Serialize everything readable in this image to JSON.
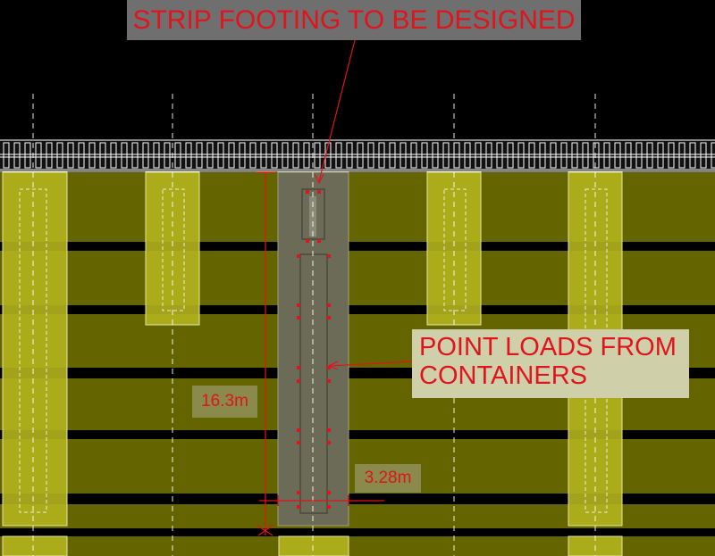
{
  "labels": {
    "title": "STRIP FOOTING TO BE DESIGNED",
    "callout_line1": "POINT LOADS FROM",
    "callout_line2": "CONTAINERS",
    "length_dim": "16.3m",
    "width_dim": "3.28m"
  },
  "colors": {
    "background": "#000000",
    "ground": "#656500",
    "pad": "#b4b41e",
    "strip": "#6b6b58",
    "annotation": "#e0141c"
  }
}
